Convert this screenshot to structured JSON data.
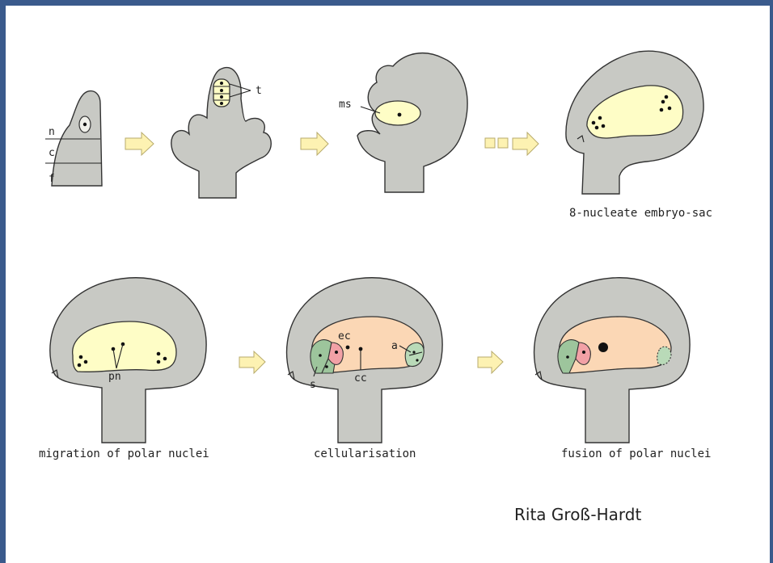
{
  "labels": {
    "nucellus": "n",
    "chalaza": "c",
    "funiculus": "f",
    "tetrad": "t",
    "megaspore": "ms",
    "polar_nuclei": "pn",
    "egg_cell": "ec",
    "antipodals": "a",
    "synergids": "s",
    "central_cell": "cc"
  },
  "captions": {
    "stage4": "8-nucleate embryo-sac",
    "stage5": "migration of polar nuclei",
    "stage6": "cellularisation",
    "stage7": "fusion of polar nuclei"
  },
  "author": "Rita Groß-Hardt",
  "colors": {
    "border": "#3a5a8c",
    "ovule": "#c8c9c4",
    "embryo_sac": "#fefdc6",
    "central_cell": "#fbd7b5",
    "synergid": "#9dc59c",
    "egg_cell": "#f2a1a6",
    "arrow": "#fdf2b2"
  }
}
